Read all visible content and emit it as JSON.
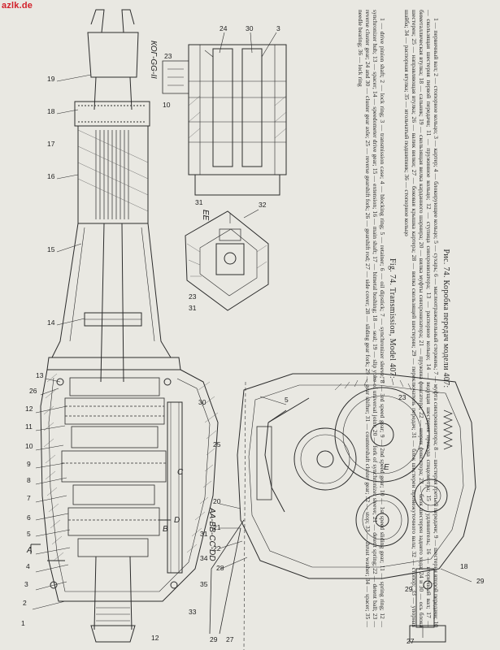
{
  "watermark": "azlk.de",
  "caption": {
    "title_ru": "Рис. 74. Коробка передач модели 407:",
    "legend_ru": "1 — первичный вал; 2 — стопорное кольцо; 3 — картер; 4 — блокирующее кольцо; 5 — сухарь; 6 — маслоотражательный стержень; 7 — муфта синхронизатора; 8 — шестерня третьей передачи; 9 — шестерня второй передачи; 10 — скользящая шестерня первой передачи; 11 — пружинное кольцо; 12 — ступица синхронизатора; 13 — распорное кольцо; 14 — ведущая шестерня привода спидометра; 15 — удлинитель; 16 — вторичный вал; 17 — биметаллическая втулка; 18 — сальник; 19 — скользящая вилка карданного шарнира; 20 — вилка муфты синхронизатора; 21 — пружина фиксатора; 22 — шарик фиксатора; 23 — блок шестерен заднего хода; 24 и 30 — ось блока шестерен; 25 — направляющая втулка; 26 — валик вилки; 27 — боковая крышка картера; 28 — вилка скользящей шестерни; 29 — переключатель передач; 31 — блок шестерен промежуточного вала; 32 — стопор; 33 — упорная шайба; 34 — распорная втулка; 35 — игольчатый подшипник; 36 — стопорное кольцо",
    "title_en": "Fig. 74. Transmission, Model 407:",
    "legend_en": "1 — drive pinion shaft; 2 — lock ring; 3 — transmission case; 4 — blocking ring; 5 — retainer; 6 — oil dipstick; 7 — synchronizer sleeve; 8 — 3rd speed gear; 9 — 2nd speed gear; 10 — 1st speed sliding gear; 11 — spring ring; 12 — synchronizer hub; 13 — spacer; 14 — speedometer drive gear; 15 — extension; 16 — main shaft; 17 — bimetal bushing; 18 — seal; 19 — slip yoke of universal joint; 20 — fork of synchronizer sleeve; 21 — detent spring; 22 — detent ball; 23 — reverse cluster gear; 24 and 30 — cluster gear axle; 25 — reverse gearshift fork; 26 — gearshift rod; 27 — side cover; 28 — sliding gear fork; 29 — gear shifter; 31 — countershaft cluster gear; 32 — stop; 33 — thrust washer; 34 — spacer; 35 — needle bearing; 36 — lock ring"
  },
  "section_labels": {
    "aa_bb_cc_dd": "АА-ВВ-СС-DD",
    "kk_gg_ii": "КОГ-GG-II",
    "ee": "EE",
    "A": "A",
    "B": "B",
    "C": "C",
    "D": "D",
    "E": "E"
  },
  "callouts": {
    "left": [
      "1",
      "2",
      "3",
      "4",
      "5",
      "6",
      "7",
      "8",
      "9",
      "10",
      "11",
      "12",
      "26",
      "13",
      "14",
      "15",
      "16",
      "17",
      "18",
      "19"
    ],
    "bottom": [
      "12",
      "33",
      "35",
      "34",
      "31",
      "30",
      "25"
    ],
    "detail_top": [
      "24",
      "30",
      "3",
      "23",
      "10",
      "31"
    ],
    "detail_mid": [
      "32",
      "23",
      "31"
    ],
    "right_view": [
      "5",
      "23",
      "20",
      "21",
      "22",
      "28",
      "29",
      "27",
      "27",
      "29",
      "29",
      "18"
    ]
  }
}
